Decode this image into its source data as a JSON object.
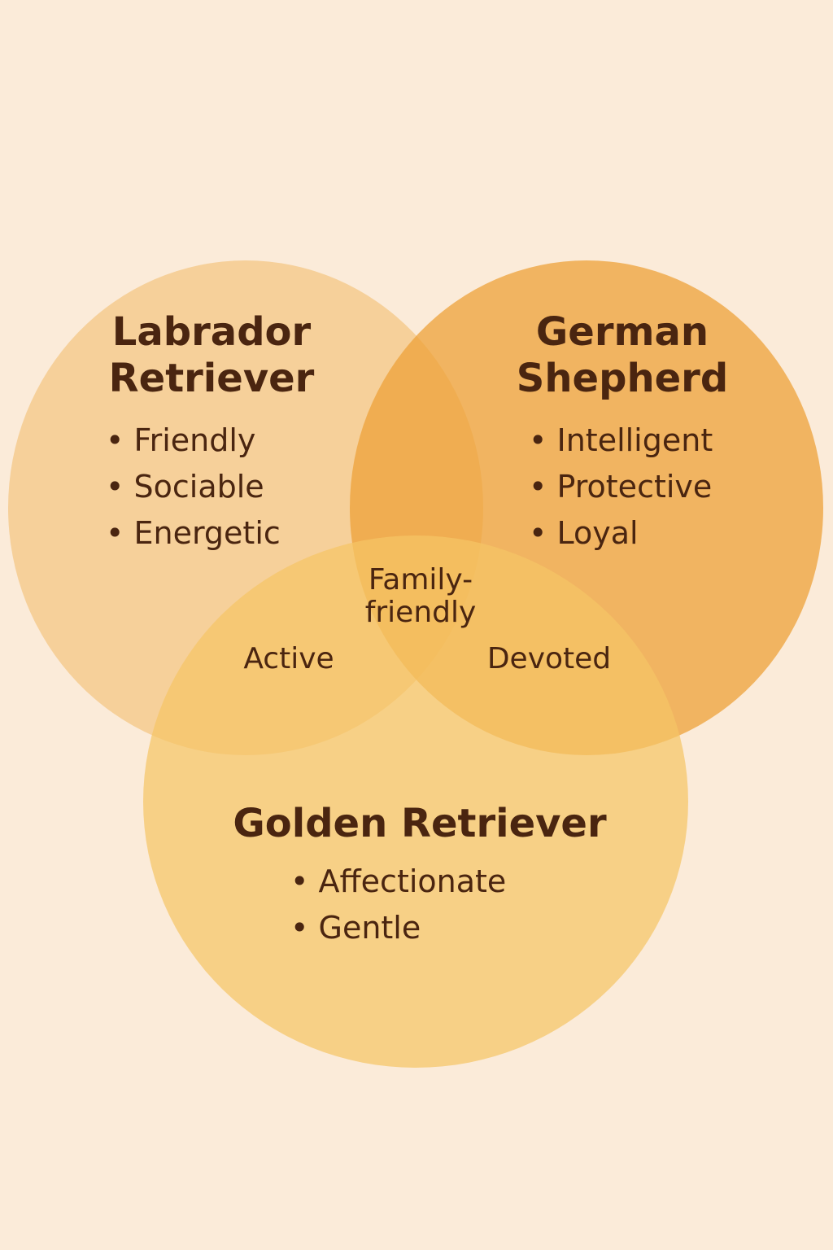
{
  "colors": {
    "background": "#fbebd9",
    "labrador": "#f3c57f",
    "german_shepherd": "#eea238",
    "golden": "#f5c565"
  },
  "sets": [
    {
      "id": "labrador",
      "title_lines": [
        "Labrador",
        "Retriever"
      ],
      "traits": [
        "Friendly",
        "Sociable",
        "Energetic"
      ]
    },
    {
      "id": "german_shepherd",
      "title_lines": [
        "German",
        "Shepherd"
      ],
      "traits": [
        "Intelligent",
        "Protective",
        "Loyal"
      ]
    },
    {
      "id": "golden",
      "title": "Golden Retriever",
      "traits": [
        "Affectionate",
        "Gentle"
      ]
    }
  ],
  "overlaps": {
    "labrador_golden": "Active",
    "shepherd_golden": "Devoted",
    "all_three_lines": [
      "Family-",
      "friendly"
    ]
  }
}
